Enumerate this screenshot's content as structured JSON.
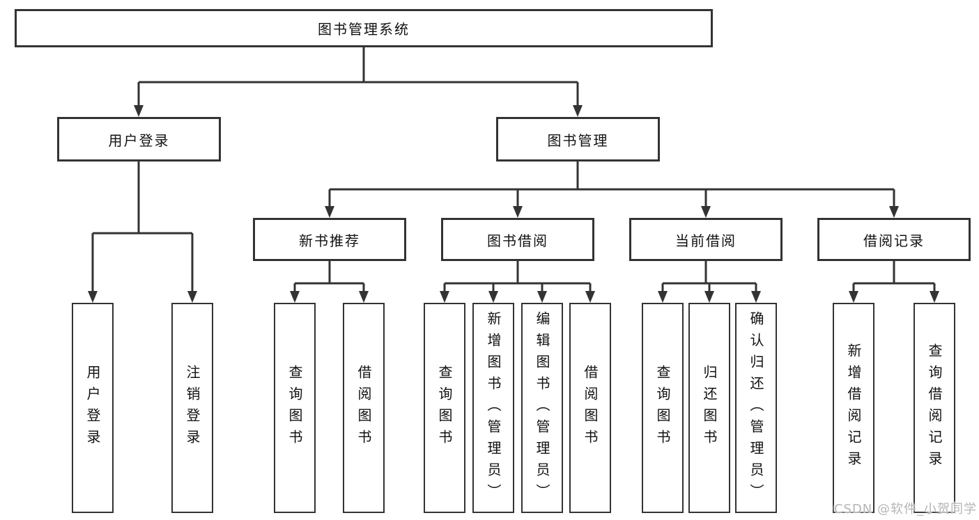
{
  "tree": {
    "root": {
      "label": "图书管理系统"
    },
    "branches": [
      {
        "label": "用户登录",
        "children": [
          {
            "label": "用户登录"
          },
          {
            "label": "注销登录"
          }
        ]
      },
      {
        "label": "图书管理",
        "sections": [
          {
            "label": "新书推荐",
            "children": [
              {
                "label": "查询图书"
              },
              {
                "label": "借阅图书"
              }
            ]
          },
          {
            "label": "图书借阅",
            "children": [
              {
                "label": "查询图书"
              },
              {
                "label": "新增图书（管理员）"
              },
              {
                "label": "编辑图书（管理员）"
              },
              {
                "label": "借阅图书"
              }
            ]
          },
          {
            "label": "当前借阅",
            "children": [
              {
                "label": "查询图书"
              },
              {
                "label": "归还图书"
              },
              {
                "label": "确认归还（管理员）"
              }
            ]
          },
          {
            "label": "借阅记录",
            "children": [
              {
                "label": "新增借阅记录"
              },
              {
                "label": "查询借阅记录"
              }
            ]
          }
        ]
      }
    ]
  },
  "watermark": {
    "text": "CSDN @软件_小贺同学"
  },
  "colors": {
    "line": "#333333",
    "border": "#333333",
    "text": "#111111",
    "watermark": "#b5b5b5",
    "background": "#ffffff"
  }
}
